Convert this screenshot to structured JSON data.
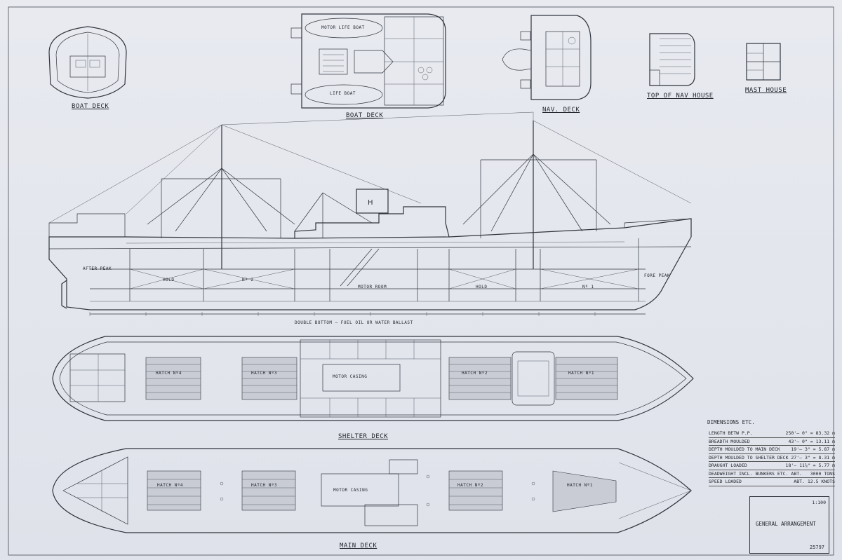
{
  "drawing": {
    "views": {
      "boat_deck_fwd": "BOAT DECK",
      "boat_deck": "BOAT DECK",
      "nav_deck": "NAV. DECK",
      "top_nav_house": "TOP OF NAV HOUSE",
      "mast_house": "MAST HOUSE",
      "shelter_deck": "SHELTER DECK",
      "main_deck": "MAIN DECK"
    },
    "profile_labels": {
      "hold_aft": "HOLD",
      "no2": "Nº 2",
      "motor_room": "MOTOR ROOM",
      "hold_fwd": "HOLD",
      "no1": "Nº 1",
      "fore_peak": "FORE PEAK",
      "after_peak": "AFTER PEAK",
      "double_bottom": "DOUBLE BOTTOM – FUEL OIL OR WATER BALLAST"
    },
    "plan_labels": {
      "hatch4": "HATCH Nº4",
      "hatch3": "HATCH Nº3",
      "motor_casing": "MOTOR CASING",
      "hatch2": "HATCH Nº2",
      "hatch1": "HATCH Nº1",
      "life_boat": "LIFE BOAT",
      "motor_life_boat": "MOTOR LIFE BOAT"
    },
    "dimensions": {
      "heading": "DIMENSIONS ETC.",
      "rows": [
        {
          "label": "LENGTH BETW P.P.",
          "value": "250'– 0\" = 83.32 m"
        },
        {
          "label": "BREADTH MOULDED",
          "value": "43'– 0\" = 13.11 m"
        },
        {
          "label": "DEPTH MOULDED TO MAIN DECK",
          "value": "19'– 3\" = 5.87 m"
        },
        {
          "label": "DEPTH MOULDED TO SHELTER DECK",
          "value": "27'– 3\" = 8.31 m"
        },
        {
          "label": "DRAUGHT LOADED",
          "value": "18'– 11⅝\" = 5.77 m"
        },
        {
          "label": "DEADWEIGHT INCL. BUNKERS ETC. ABT.",
          "value": "3000 TONS"
        },
        {
          "label": "SPEED LOADED",
          "value": "ABT. 12.5 KNOTS"
        }
      ]
    },
    "title_block": {
      "scale": "1:100",
      "title": "GENERAL ARRANGEMENT",
      "number": "25797"
    }
  }
}
